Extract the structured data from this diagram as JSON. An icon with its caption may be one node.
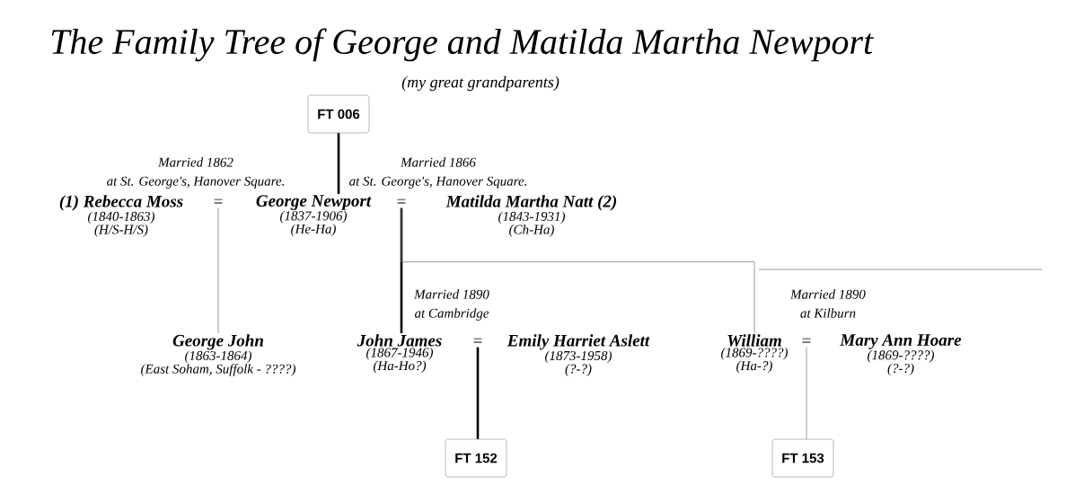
{
  "diagram": {
    "title": "The Family Tree of George and Matilda Martha Newport",
    "nodes": [
      {
        "text": [
          "FT 006"
        ]
      },
      {
        "text": [
          "(1) Rebecca Moss",
          "(1840-1863)",
          "(H/S-H/S)"
        ]
      },
      {
        "text": [
          "="
        ],
        "beside": [
          "Married 1862",
          "at St. George's, Hanover Square."
        ]
      },
      {
        "text": [
          "George Newport",
          "(1837-1906)",
          "(He-Ha)"
        ]
      },
      {
        "text": [
          "="
        ],
        "beside": [
          "Married 1866",
          "at St. George's, Hanover Square."
        ]
      },
      {
        "text": [
          "Matilda Martha Natt (2)",
          "(1843-1931)",
          "(Ch-Ha)"
        ]
      },
      {
        "text": [
          "George John",
          "(1863-1864)",
          "(East Soham, Suffolk - ????)"
        ]
      },
      {
        "text": [
          "John James",
          "(1867-1946)",
          "(Ha-Ho?)"
        ]
      },
      {
        "text": [
          "="
        ],
        "beside": [
          "Married 1890",
          "at Cambridge"
        ]
      },
      {
        "text": [
          "Emily Harriet Aslett",
          "(1873-1958)",
          "(?-?)"
        ]
      },
      {
        "text": [
          "William",
          "(1869-????)",
          "(Ha-?)"
        ]
      },
      {
        "text": [
          "="
        ],
        "beside": [
          "Married 1890",
          "at Kilburn"
        ]
      },
      {
        "text": [
          "Mary Ann Hoare",
          "(1869-????)",
          "(?-?)"
        ]
      },
      {
        "text": [
          "FT 152"
        ]
      },
      {
        "text": [
          "FT 153"
        ]
      }
    ],
    "edges": [
      {
        "from": 0,
        "to": 3,
        "arrow": "none",
        "style": "thick"
      },
      {
        "from": 2,
        "to": 6,
        "arrow": "none",
        "color": "#808080"
      },
      {
        "from": 4,
        "to": 7,
        "arrow": "none",
        "style": "thick"
      },
      {
        "from": 4,
        "to": 10,
        "arrow": "none",
        "color": "#808080"
      },
      {
        "from": 8,
        "to": 13,
        "arrow": "none",
        "style": "thick"
      },
      {
        "from": 11,
        "to": 14,
        "arrow": "none",
        "color": "#808080"
      }
    ],
    "labels": [
      "(my great grandparents)"
    ]
  }
}
